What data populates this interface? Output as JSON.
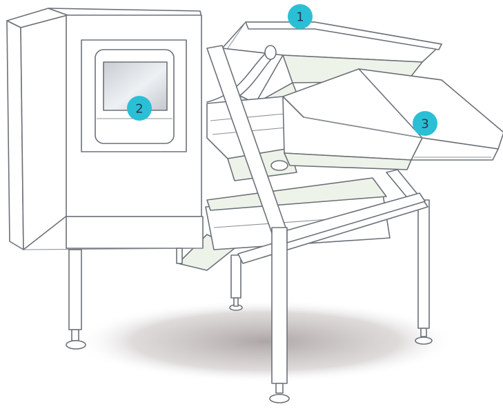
{
  "colors": {
    "callout_fill": "#2bbfd6",
    "callout_text": "#1b3a4b",
    "line": "#6b7078",
    "panel_fill": "#ffffff",
    "tray_fill": "#eef3ea",
    "screen_fill": "#d4d8dd",
    "shadow": "#b9b3b3"
  },
  "callouts": [
    {
      "number": "1",
      "part": "infeed-hopper"
    },
    {
      "number": "2",
      "part": "touchscreen-display"
    },
    {
      "number": "3",
      "part": "outfeed-chute"
    }
  ]
}
